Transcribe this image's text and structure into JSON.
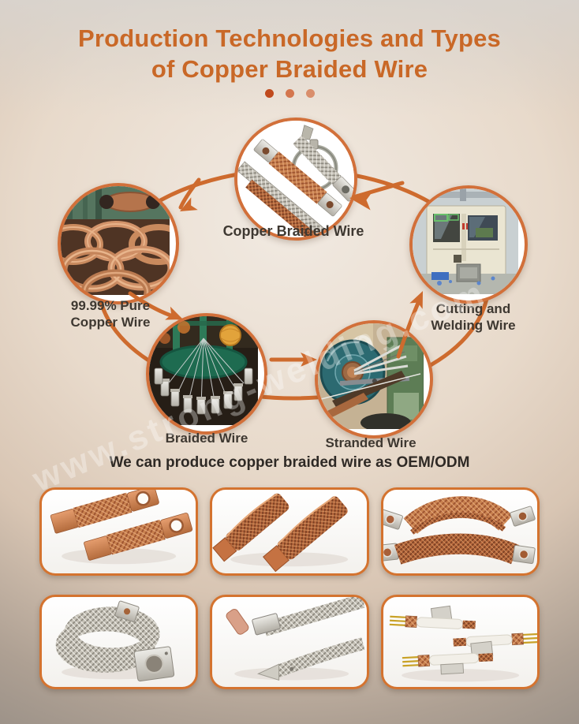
{
  "title": {
    "line1": "Production Technologies and Types",
    "line2": "of Copper Braided Wire"
  },
  "process_steps": [
    {
      "label": "Copper Braided Wire"
    },
    {
      "label": "99.99% Pure Copper Wire"
    },
    {
      "label": "Braided Wire"
    },
    {
      "label": "Stranded Wire"
    },
    {
      "label": "Cutting and Welding Wire"
    }
  ],
  "tagline": "We can produce copper braided wire as OEM/ODM",
  "watermark": "www.strong-welding.com",
  "colors": {
    "title_orange": "#c96827",
    "flow_orange": "#ce6b2e",
    "ring_orange": "#d2703a",
    "card_border_orange": "#d4732f",
    "label_dark": "#3e3831",
    "dot_1": "#c04a1d",
    "dot_2": "#d4764e",
    "dot_3": "#d98e6c"
  }
}
